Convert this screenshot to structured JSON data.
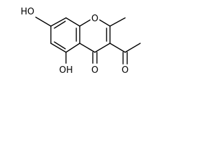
{
  "structure": {
    "atom_labels": {
      "hydroxyl_7": "HO",
      "hydroxyl_5": "OH",
      "ring_oxygen": "O",
      "carbonyl_oxygen_4": "O",
      "acetyl_oxygen": "O"
    },
    "substituents": [
      "3-acetyl",
      "2-methyl",
      "5-hydroxy",
      "7-hydroxy"
    ]
  }
}
